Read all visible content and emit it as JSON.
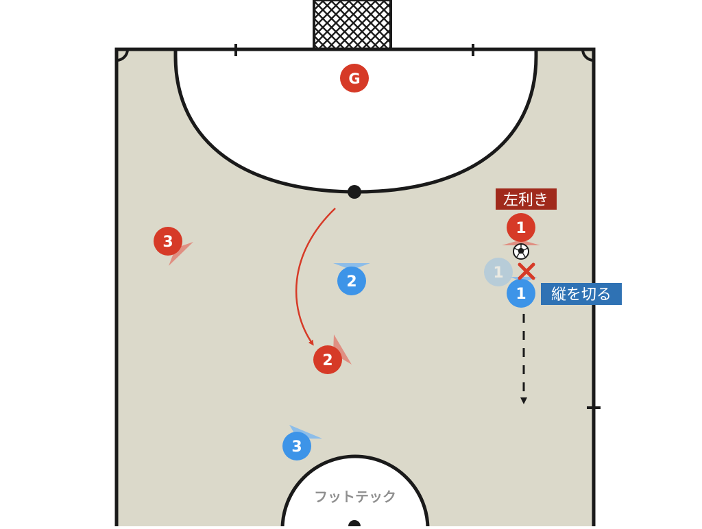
{
  "court": {
    "surface_color": "#dbd9ca",
    "line_color": "#1a1a1a",
    "brand_text": "フットテック"
  },
  "colors": {
    "red_team": "#d63a27",
    "blue_team": "#3d94e8",
    "label_red_bg": "#a02a1c",
    "label_blue_bg": "#2f72b4"
  },
  "players": {
    "goalkeeper": "G",
    "red_1": "1",
    "red_2": "2",
    "red_3": "3",
    "blue_1": "1",
    "blue_1_ghost": "1",
    "blue_2": "2",
    "blue_3": "3"
  },
  "labels": {
    "left_footed": "左利き",
    "cut_vertical": "縦を切る"
  },
  "icons": {
    "ball": "soccer-ball-icon",
    "block": "cross-mark-icon"
  }
}
